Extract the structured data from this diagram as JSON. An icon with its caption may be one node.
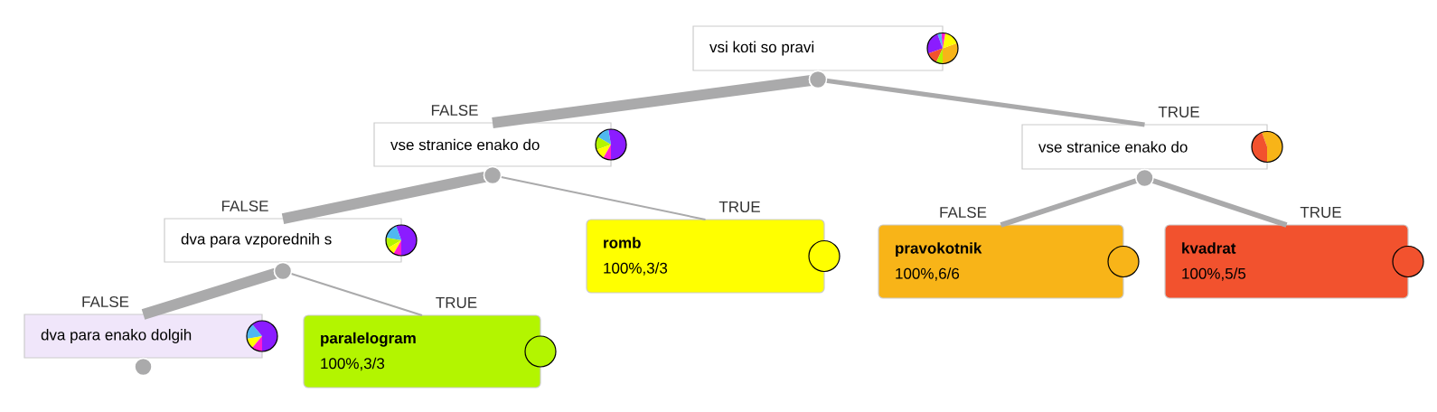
{
  "diagram": {
    "nodes": [
      {
        "text": [
          "vsi koti so pravi"
        ]
      },
      {
        "text": [
          "vse stranice enako do"
        ]
      },
      {
        "text": [
          "vse stranice enako do"
        ]
      },
      {
        "text": [
          "dva para vzporednih s"
        ]
      },
      {
        "text": [
          "romb",
          "100%,3/3"
        ]
      },
      {
        "text": [
          "pravokotnik",
          "100%,6/6"
        ]
      },
      {
        "text": [
          "kvadrat",
          "100%,5/5"
        ]
      },
      {
        "text": [
          "dva para enako dolgih"
        ]
      },
      {
        "text": [
          "paralelogram",
          "100%,3/3"
        ]
      }
    ],
    "edges": [
      {
        "from": 0,
        "to": 1,
        "arrow": "other",
        "label": "FALSE",
        "style": "thick"
      },
      {
        "from": 0,
        "to": 2,
        "arrow": "other",
        "label": "TRUE"
      },
      {
        "from": 1,
        "to": 3,
        "arrow": "other",
        "label": "FALSE",
        "style": "thick"
      },
      {
        "from": 1,
        "to": 4,
        "arrow": "other",
        "label": "TRUE"
      },
      {
        "from": 2,
        "to": 5,
        "arrow": "other",
        "label": "FALSE"
      },
      {
        "from": 2,
        "to": 6,
        "arrow": "other",
        "label": "TRUE"
      },
      {
        "from": 3,
        "to": 7,
        "arrow": "other",
        "label": "FALSE",
        "style": "thick"
      },
      {
        "from": 3,
        "to": 8,
        "arrow": "other",
        "label": "TRUE"
      }
    ]
  }
}
